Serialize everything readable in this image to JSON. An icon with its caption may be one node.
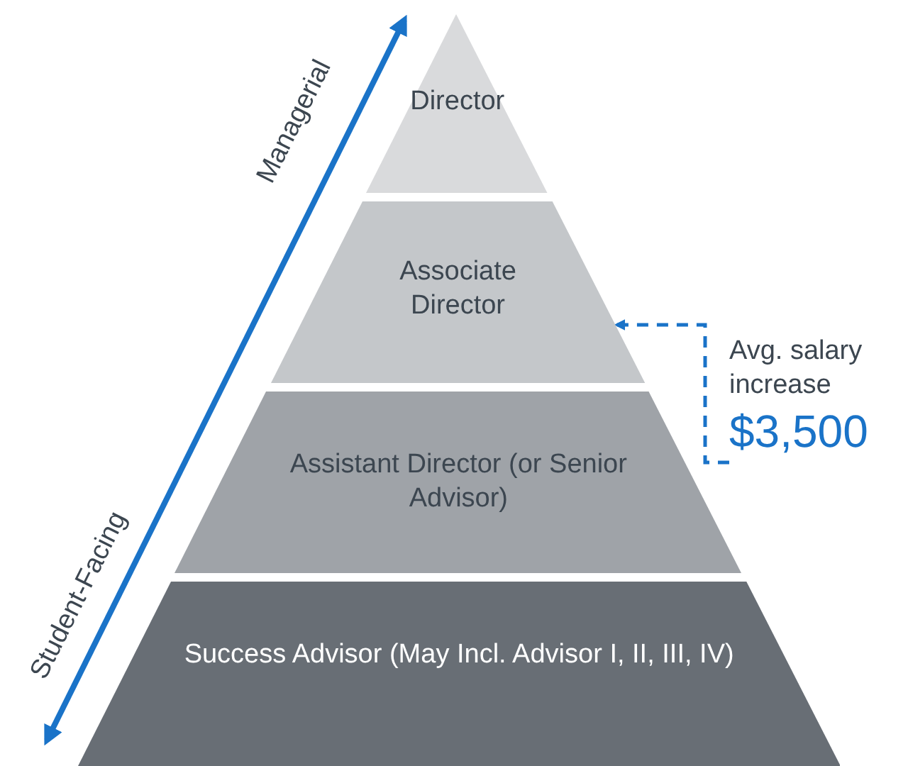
{
  "diagram": {
    "nodes": [
      {
        "text": [
          "Director"
        ]
      },
      {
        "text": [
          "Associate Director"
        ]
      },
      {
        "text": [
          "Assistant Director (or Senior Advisor)"
        ]
      },
      {
        "text": [
          "Success Advisor (May Incl. Advisor I, II, III, IV)"
        ]
      },
      {
        "text": [
          "Avg. salary increase",
          "$3,500"
        ]
      }
    ],
    "edges": [
      {
        "from": 4,
        "to": 1,
        "arrow": "to",
        "style": "dashed"
      }
    ],
    "labels": [
      "Managerial",
      "Student-Facing"
    ]
  }
}
